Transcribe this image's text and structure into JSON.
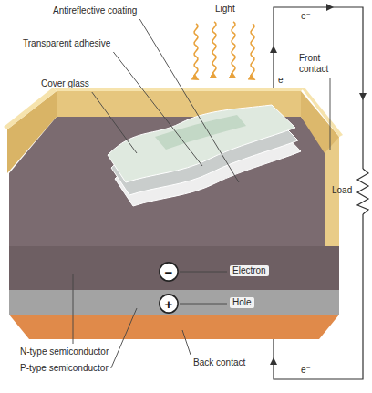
{
  "diagram": {
    "nodes": [
      {
        "text": [
          "−"
        ]
      },
      {
        "text": [
          "+"
        ]
      }
    ],
    "labels": [
      "Light",
      "Antireflective coating",
      "Transparent adhesive",
      "Cover glass",
      "Front contact",
      "e⁻",
      "e⁻",
      "Load",
      "Electron",
      "Hole",
      "N-type semiconductor",
      "P-type semiconductor",
      "Back contact",
      "e⁻"
    ]
  }
}
